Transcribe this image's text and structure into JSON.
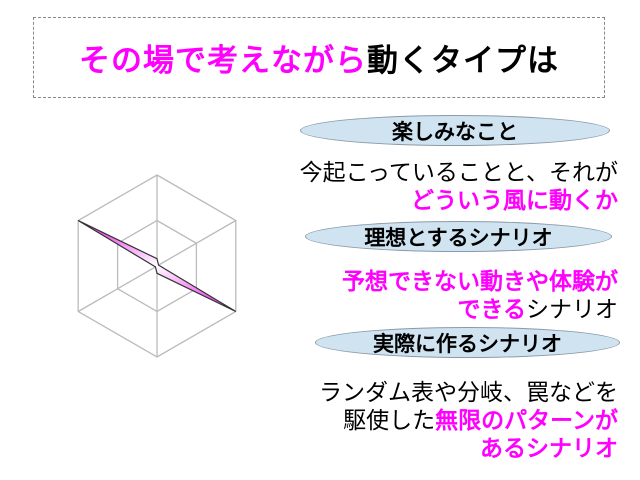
{
  "title": {
    "highlight": "その場で考えながら",
    "rest": "動くタイプは"
  },
  "sections": [
    {
      "heading": "楽しみなこと",
      "lines": [
        {
          "parts": [
            {
              "text": "今起こっていることと、それが",
              "color": "black"
            }
          ]
        },
        {
          "parts": [
            {
              "text": "どういう風に動くか",
              "color": "magenta"
            }
          ]
        }
      ]
    },
    {
      "heading": "理想とするシナリオ",
      "lines": [
        {
          "parts": [
            {
              "text": "予想できない動きや体験が",
              "color": "magenta"
            }
          ]
        },
        {
          "parts": [
            {
              "text": "できる",
              "color": "magenta"
            },
            {
              "text": "シナリオ",
              "color": "black"
            }
          ]
        }
      ]
    },
    {
      "heading": "実際に作るシナリオ",
      "lines": [
        {
          "parts": [
            {
              "text": "ランダム表や分岐、罠などを",
              "color": "black"
            }
          ]
        },
        {
          "parts": [
            {
              "text": "駆使した",
              "color": "black"
            },
            {
              "text": "無限のパターンが",
              "color": "magenta"
            }
          ]
        },
        {
          "parts": [
            {
              "text": "あるシナリオ",
              "color": "magenta"
            }
          ]
        }
      ]
    }
  ],
  "radar_chart": {
    "axes": 6,
    "max": 1,
    "values": [
      0.08,
      0.02,
      1,
      0.08,
      0.02,
      1
    ],
    "fill": "#ff66ff"
  },
  "colors": {
    "accent": "#ff00ff",
    "ellipse": "#cfe3f1"
  }
}
